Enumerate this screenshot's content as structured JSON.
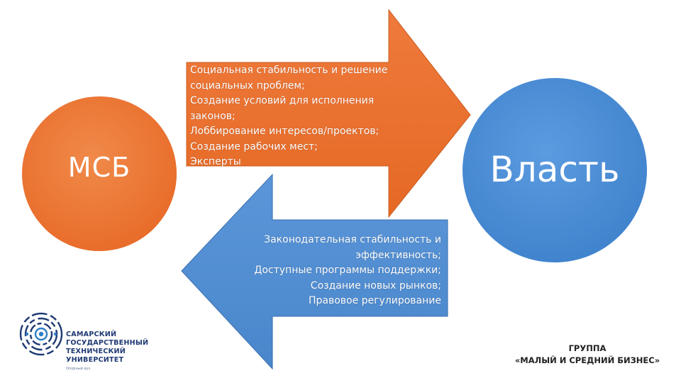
{
  "diagram": {
    "left_circle": {
      "label": "МСБ",
      "color": "#ec7030"
    },
    "right_circle": {
      "label": "Власть",
      "color": "#4f8fd4"
    },
    "orange_arrow": {
      "color": "#ec7030",
      "lines": [
        "Социальная стабильность и решение",
        "социальных проблем;",
        "Создание условий для исполнения",
        "законов;",
        "Лоббирование интересов/проектов;",
        "Создание рабочих мест;",
        "Эксперты"
      ]
    },
    "blue_arrow": {
      "color": "#4f8fd4",
      "lines": [
        "Законодательная стабильность и",
        "эффективность;",
        "Доступные программы поддержки;",
        "Создание новых рынков;",
        "Правовое регулирование"
      ]
    }
  },
  "logo": {
    "name_lines": [
      "САМАРСКИЙ",
      "ГОСУДАРСТВЕННЫЙ",
      "ТЕХНИЧЕСКИЙ",
      "УНИВЕРСИТЕТ"
    ],
    "subtitle": "Опорный вуз",
    "color": "#1f3a73"
  },
  "group": {
    "line1": "ГРУППА",
    "line2": "«МАЛЫЙ И СРЕДНИЙ БИЗНЕС»"
  }
}
